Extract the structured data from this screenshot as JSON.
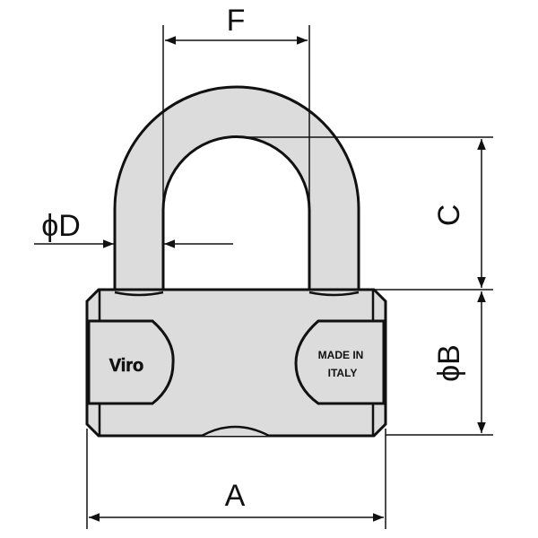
{
  "diagram": {
    "subject": "padlock",
    "brand": "Viro",
    "body_text": [
      "MADE IN",
      "ITALY"
    ],
    "dimensions": {
      "F": "F",
      "C": "C",
      "B": "ϕB",
      "D": "ϕD",
      "A": "A"
    },
    "colors": {
      "fill": "#dcdcdc",
      "stroke": "#111111"
    }
  }
}
